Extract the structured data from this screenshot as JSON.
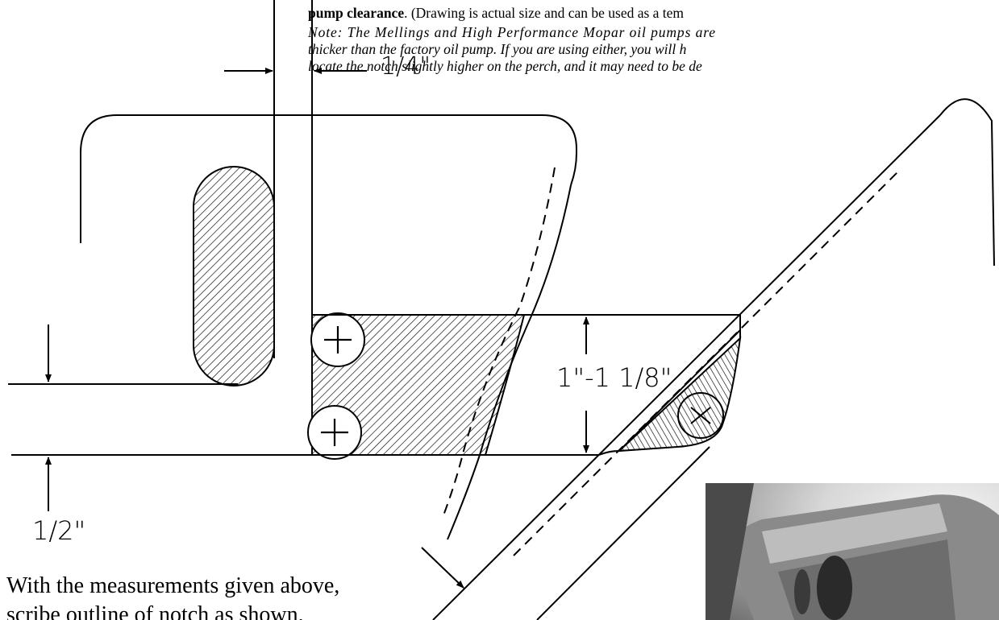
{
  "header": {
    "bold_text": "pump clearance",
    "regular_text": ". (Drawing is actual size and can be used as a tem",
    "note_line1": "Note: The Mellings and High Performance Mopar oil pumps are",
    "note_line2": "thicker than the factory oil pump. If you are using either, you will h",
    "note_line3": "locate the notch slightly higher on the perch, and it may need to be de"
  },
  "dimensions": {
    "top_width": "1/4\"",
    "bottom_height": "1/2\"",
    "notch_height": "1\"-1 1/8\""
  },
  "caption": {
    "line1": "With the measurements given above,",
    "line2": "scribe outline of notch as shown."
  },
  "photo": {
    "subject": "oil pump perch photo"
  }
}
